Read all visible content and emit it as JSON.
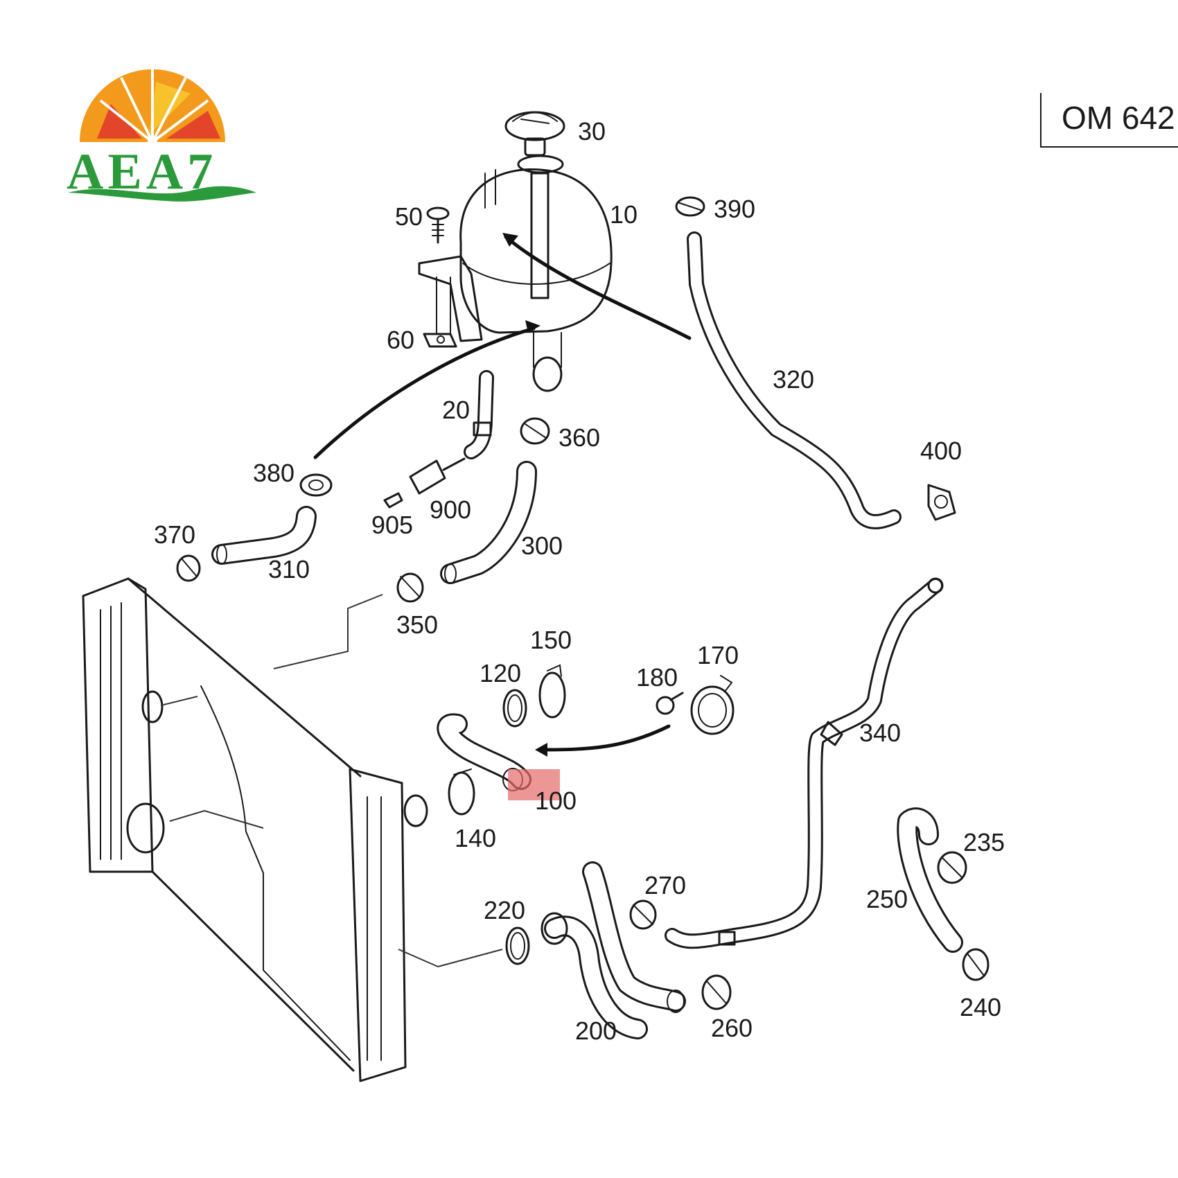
{
  "logo": {
    "text": "AEA7",
    "colors": {
      "orange": "#f39a1c",
      "red": "#e3452a",
      "yellow": "#f7c22b",
      "green": "#2a9a3a"
    }
  },
  "model": {
    "label": "OM 642"
  },
  "highlight": {
    "part": "100",
    "color": "#e56a6a"
  },
  "parts": [
    {
      "id": "30",
      "label": "30"
    },
    {
      "id": "10",
      "label": "10"
    },
    {
      "id": "50",
      "label": "50"
    },
    {
      "id": "390",
      "label": "390"
    },
    {
      "id": "60",
      "label": "60"
    },
    {
      "id": "20",
      "label": "20"
    },
    {
      "id": "360",
      "label": "360"
    },
    {
      "id": "320",
      "label": "320"
    },
    {
      "id": "380",
      "label": "380"
    },
    {
      "id": "400",
      "label": "400"
    },
    {
      "id": "900",
      "label": "900"
    },
    {
      "id": "905",
      "label": "905"
    },
    {
      "id": "370",
      "label": "370"
    },
    {
      "id": "310",
      "label": "310"
    },
    {
      "id": "300",
      "label": "300"
    },
    {
      "id": "350",
      "label": "350"
    },
    {
      "id": "150",
      "label": "150"
    },
    {
      "id": "170",
      "label": "170"
    },
    {
      "id": "120",
      "label": "120"
    },
    {
      "id": "180",
      "label": "180"
    },
    {
      "id": "340",
      "label": "340"
    },
    {
      "id": "100",
      "label": "100"
    },
    {
      "id": "140",
      "label": "140"
    },
    {
      "id": "235",
      "label": "235"
    },
    {
      "id": "270",
      "label": "270"
    },
    {
      "id": "220",
      "label": "220"
    },
    {
      "id": "250",
      "label": "250"
    },
    {
      "id": "240",
      "label": "240"
    },
    {
      "id": "200",
      "label": "200"
    },
    {
      "id": "260",
      "label": "260"
    }
  ]
}
